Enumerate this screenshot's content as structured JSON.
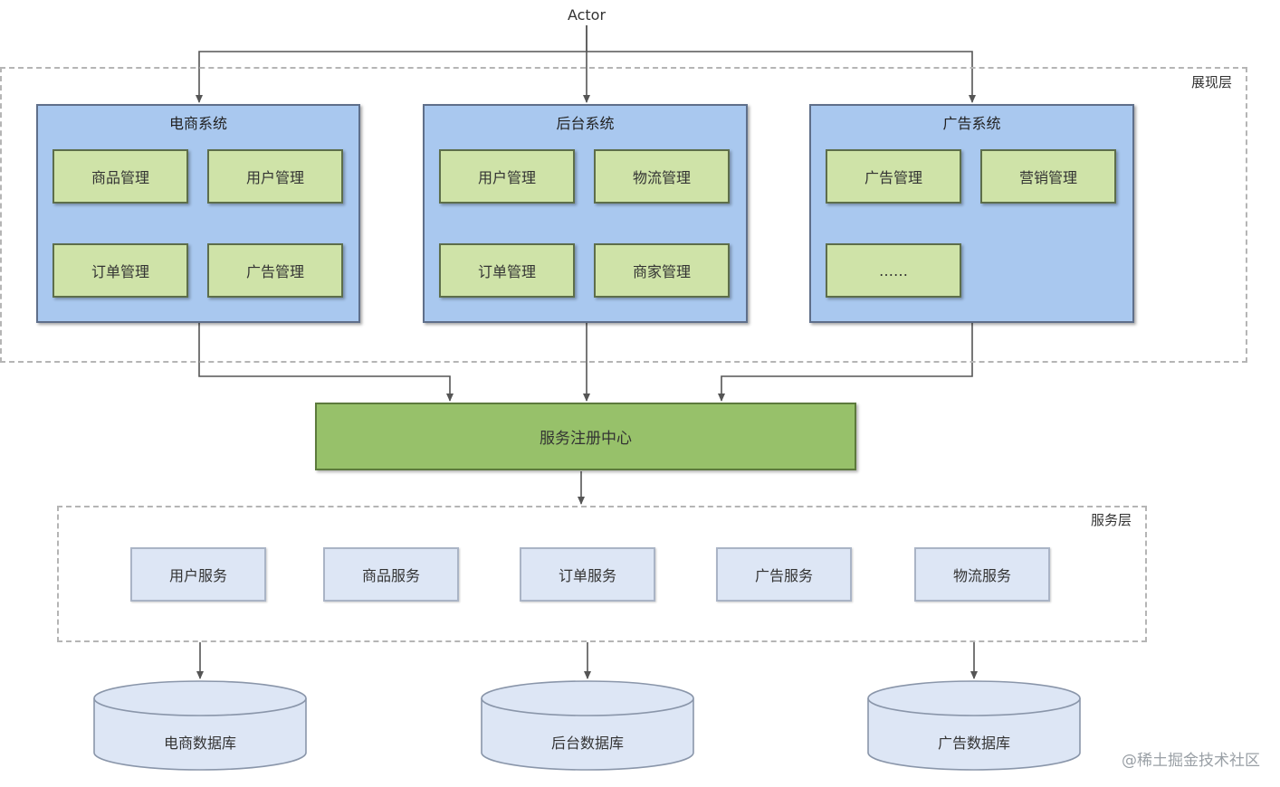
{
  "actor": "Actor",
  "presentation_layer": {
    "label": "展现层",
    "systems": [
      {
        "title": "电商系统",
        "modules": [
          "商品管理",
          "用户管理",
          "订单管理",
          "广告管理"
        ]
      },
      {
        "title": "后台系统",
        "modules": [
          "用户管理",
          "物流管理",
          "订单管理",
          "商家管理"
        ]
      },
      {
        "title": "广告系统",
        "modules": [
          "广告管理",
          "营销管理",
          "……"
        ]
      }
    ]
  },
  "registry": {
    "label": "服务注册中心"
  },
  "service_layer": {
    "label": "服务层",
    "services": [
      "用户服务",
      "商品服务",
      "订单服务",
      "广告服务",
      "物流服务"
    ]
  },
  "databases": [
    "电商数据库",
    "后台数据库",
    "广告数据库"
  ],
  "colors": {
    "system_fill": "#a9c8ef",
    "module_fill": "#cfe3a8",
    "registry_fill": "#97c16a",
    "service_fill": "#dde6f5",
    "db_fill": "#dde6f5",
    "connector": "#555555"
  },
  "watermark": "@稀土掘金技术社区"
}
